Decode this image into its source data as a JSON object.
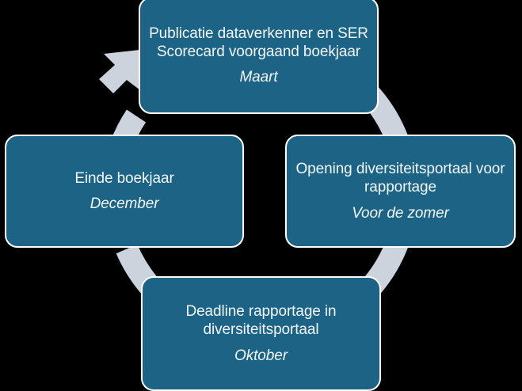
{
  "diagram": {
    "type": "cycle",
    "direction": "clockwise",
    "background_color": "#000000",
    "node_color": "#1c6385",
    "node_border_color": "#ffffff",
    "node_text_color": "#f2f6f8",
    "arrow_color": "#ccd3dc",
    "nodes": [
      {
        "id": "publication",
        "position": "top",
        "title": "Publicatie dataverkenner en SER Scorecard voorgaand boekjaar",
        "period": "Maart"
      },
      {
        "id": "opening",
        "position": "right",
        "title": "Opening diversiteitsportaal voor rapportage",
        "period": "Voor de zomer"
      },
      {
        "id": "deadline",
        "position": "bottom",
        "title": "Deadline rapportage in diversiteitsportaal",
        "period": "Oktober"
      },
      {
        "id": "fiscal_year_end",
        "position": "left",
        "title": "Einde boekjaar",
        "period": "December"
      }
    ]
  }
}
